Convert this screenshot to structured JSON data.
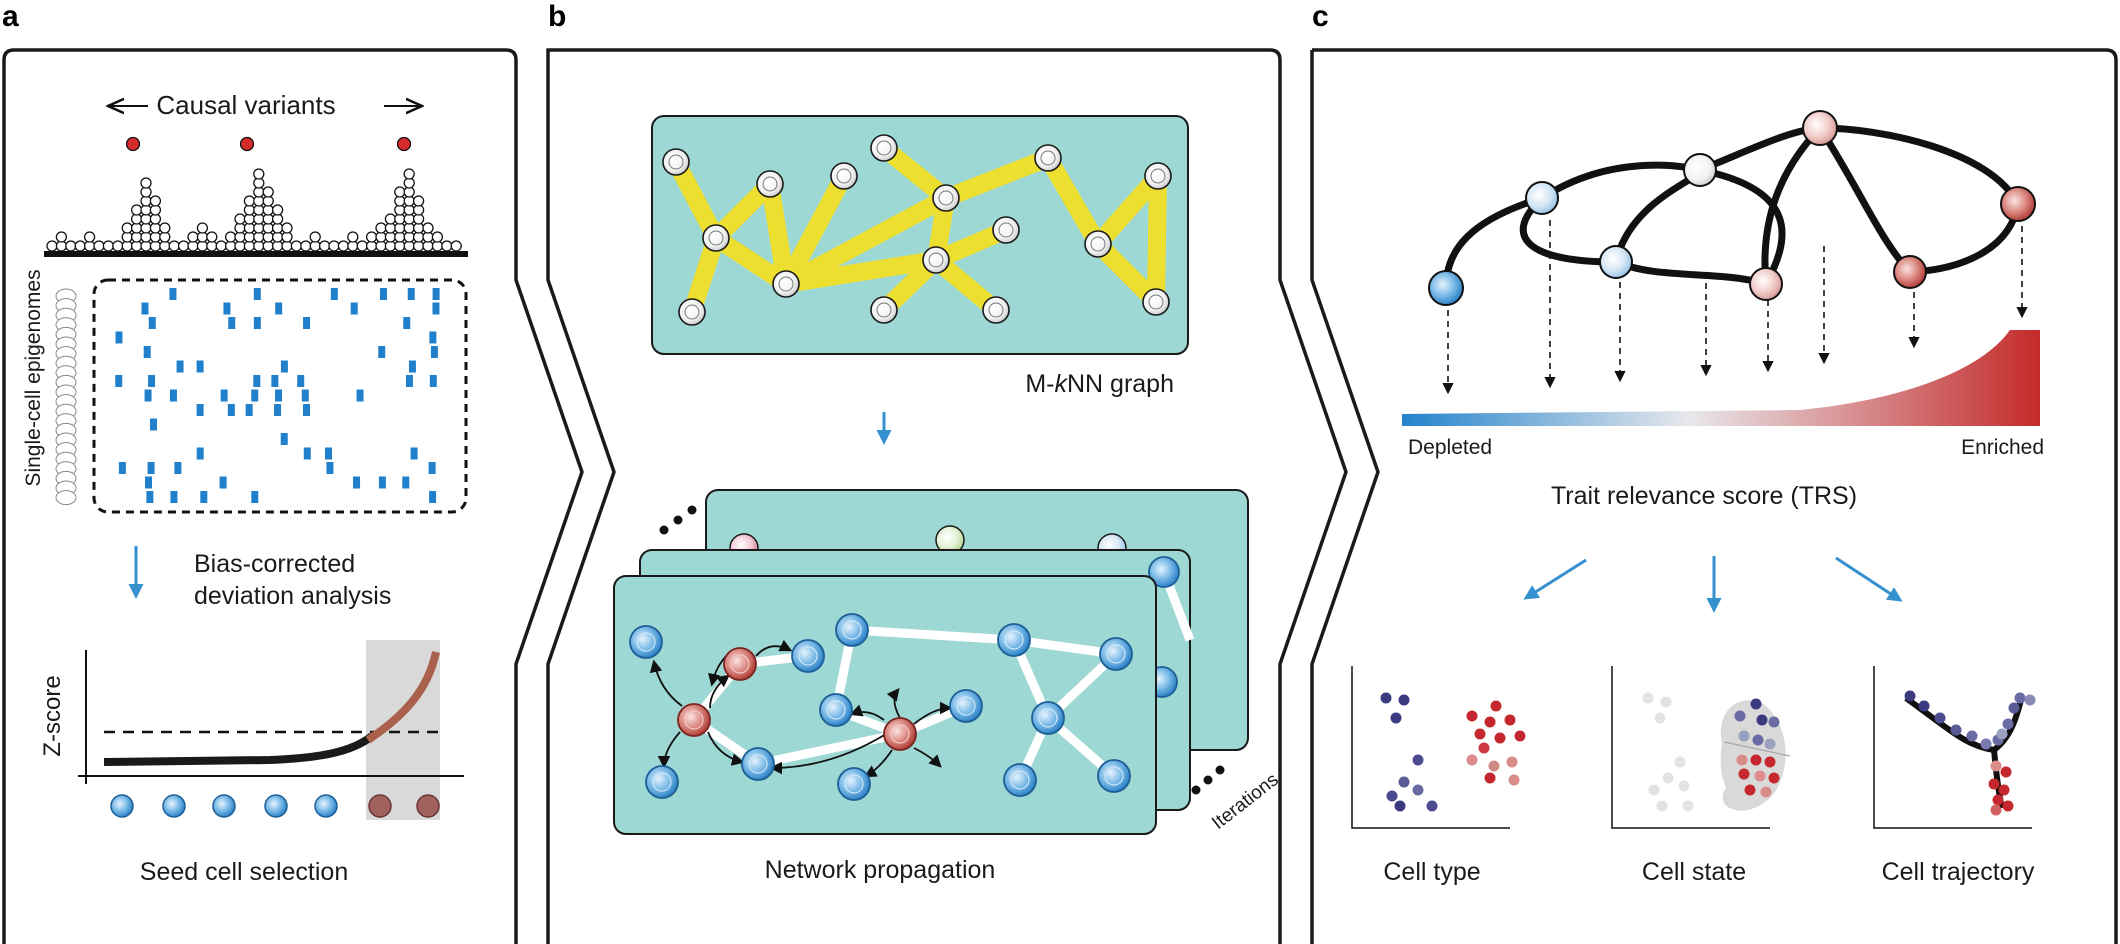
{
  "panels": [
    {
      "letter": "a"
    },
    {
      "letter": "b"
    },
    {
      "letter": "c"
    }
  ],
  "panel_a": {
    "top_label": "Causal variants",
    "side_label": "Single-cell epigenomes",
    "step_label_1": "Bias-corrected",
    "step_label_2": "deviation analysis",
    "y_axis_label": "Z-score",
    "caption": "Seed cell selection"
  },
  "panel_b": {
    "graph_label_prefix": "M-",
    "graph_label_k": "k",
    "graph_label_suffix": "NN graph",
    "iterations_label": "Iterations",
    "caption": "Network propagation"
  },
  "panel_c": {
    "left_scale_label": "Depleted",
    "right_scale_label": "Enriched",
    "scale_title": "Trait relevance score (TRS)",
    "outputs": [
      "Cell type",
      "Cell state",
      "Cell trajectory"
    ]
  },
  "colors": {
    "seed_blue": "#4e9ad8",
    "seed_red": "#c46560",
    "graph_bg": "#9ed8d4",
    "edge_yellow": "#ecdf2f",
    "arrow_blue": "#3590cf",
    "curve_brown": "#a9614d"
  }
}
